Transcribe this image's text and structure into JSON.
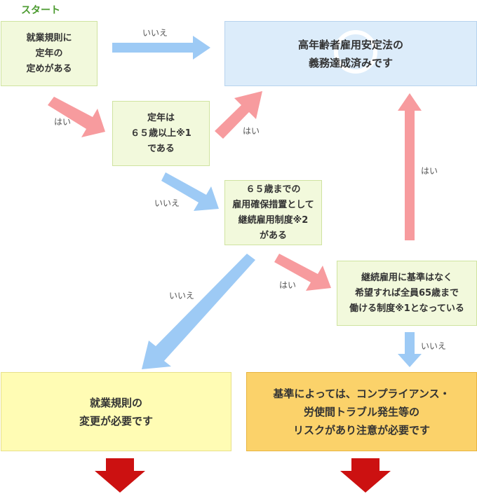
{
  "start_label": "スタート",
  "boxes": {
    "q1": [
      "就業規則に",
      "定年の",
      "定めがある"
    ],
    "q2": [
      "定年は",
      "６５歳以上※1",
      "である"
    ],
    "q3": [
      "６５歳までの",
      "雇用確保措置として",
      "継続雇用制度※2",
      "がある"
    ],
    "q4": [
      "継続雇用に基準はなく",
      "希望すれば全員65歳まで",
      "働ける制度※1となっている"
    ],
    "goal": [
      "高年齢者雇用安定法の",
      "義務達成済みです"
    ],
    "result_change": [
      "就業規則の",
      "変更が必要です"
    ],
    "result_caution": [
      "基準によっては、コンプライアンス・",
      "労使間トラブル発生等の",
      "リスクがあり注意が必要です"
    ]
  },
  "labels": {
    "q1_no": "いいえ",
    "q1_yes": "はい",
    "q2_yes": "はい",
    "q2_no": "いいえ",
    "q3_no": "いいえ",
    "q3_yes": "はい",
    "q4_yes": "はい",
    "q4_no": "いいえ"
  },
  "colors": {
    "arrow_yes": "#f79b9e",
    "arrow_no": "#9dcaf5",
    "arrow_result": "#cc1111"
  }
}
